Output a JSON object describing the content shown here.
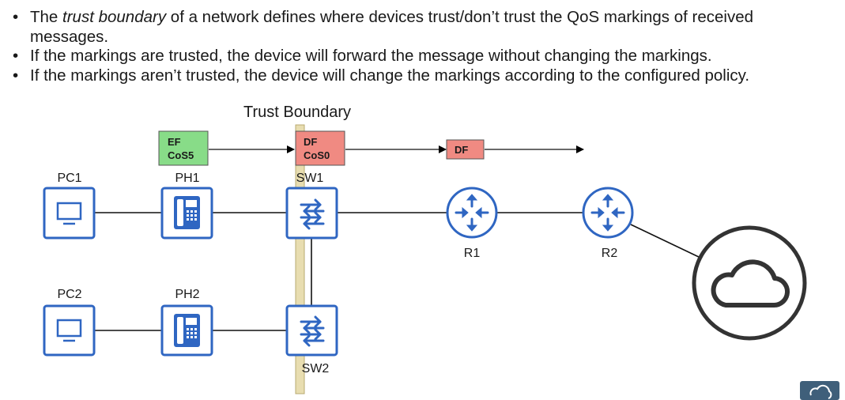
{
  "bullets": {
    "b1_pre": "The ",
    "b1_em": "trust boundary",
    "b1_post": " of a network defines where devices trust/don’t trust the QoS markings of received messages.",
    "b2": "If the markings are trusted, the device will forward the message without changing the markings.",
    "b3": "If the markings aren’t trusted, the device will change the markings according to the configured policy."
  },
  "diagram": {
    "boundary_title": "Trust Boundary",
    "markings": {
      "ph1_line1": "EF",
      "ph1_line2": "CoS5",
      "sw1_line1": "DF",
      "sw1_line2": "CoS0",
      "after": "DF"
    },
    "devices": {
      "pc1": "PC1",
      "pc2": "PC2",
      "ph1": "PH1",
      "ph2": "PH2",
      "sw1": "SW1",
      "sw2": "SW2",
      "r1": "R1",
      "r2": "R2"
    },
    "colors": {
      "device_blue": "#2f66c2",
      "trusted_tag": "#88dc88",
      "untrusted_tag": "#f08a82",
      "boundary_band": "#e8ddb0"
    }
  }
}
